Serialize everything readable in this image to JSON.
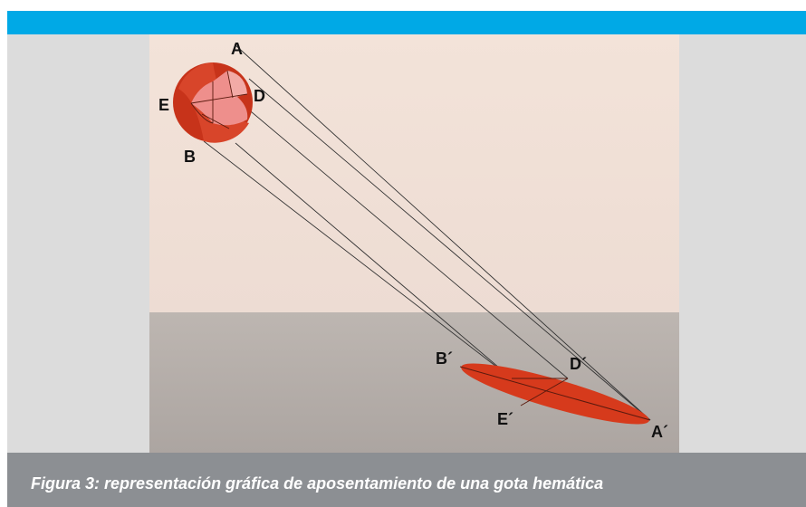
{
  "caption": "Figura 3: representación gráfica de aposentamiento de una gota hemática",
  "colors": {
    "header_bar": "#00a9e6",
    "caption_bar": "#8c8f93",
    "upper_background": "#efe2d9",
    "floor": "#b9b2ad",
    "blood_drop": "#d63a1c",
    "blood_highlight": "#ee8f8c"
  },
  "labels": {
    "A": "A",
    "D": "D",
    "E": "E",
    "B": "B",
    "B_prime": "B´",
    "D_prime": "D´",
    "E_prime": "E´",
    "A_prime": "A´"
  }
}
